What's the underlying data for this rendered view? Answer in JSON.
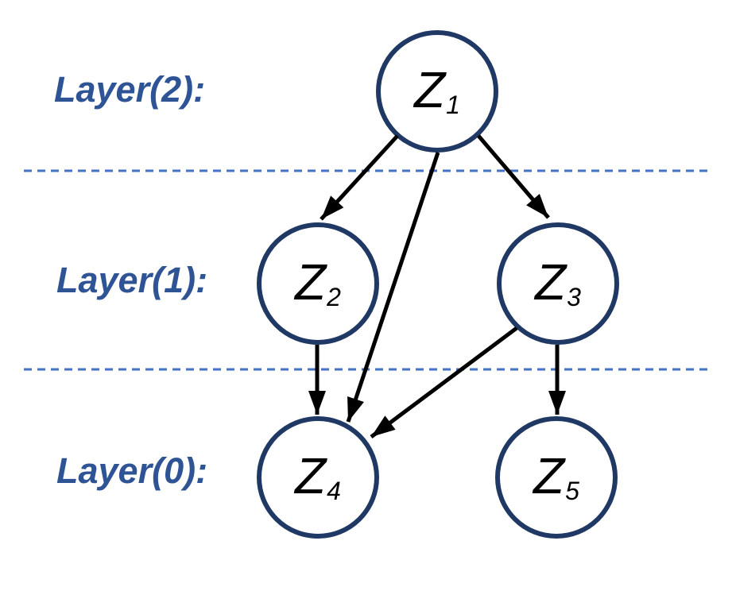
{
  "diagram": {
    "type": "layered-directed-graph",
    "colors": {
      "background": "#FFFFFF",
      "node_stroke": "#1F3864",
      "node_fill": "#FFFFFF",
      "node_text": "#000000",
      "layer_label_text": "#2F5496",
      "separator_line": "#4472C4",
      "arrow": "#000000"
    },
    "layers": [
      {
        "id": 2,
        "label": "Layer(2):"
      },
      {
        "id": 1,
        "label": "Layer(1):"
      },
      {
        "id": 0,
        "label": "Layer(0):"
      }
    ],
    "nodes": [
      {
        "id": "Z1",
        "base": "Z",
        "sub": "1",
        "layer": 2
      },
      {
        "id": "Z2",
        "base": "Z",
        "sub": "2",
        "layer": 1
      },
      {
        "id": "Z3",
        "base": "Z",
        "sub": "3",
        "layer": 1
      },
      {
        "id": "Z4",
        "base": "Z",
        "sub": "4",
        "layer": 0
      },
      {
        "id": "Z5",
        "base": "Z",
        "sub": "5",
        "layer": 0
      }
    ],
    "edges": [
      {
        "from": "Z1",
        "to": "Z2"
      },
      {
        "from": "Z1",
        "to": "Z3"
      },
      {
        "from": "Z1",
        "to": "Z4"
      },
      {
        "from": "Z2",
        "to": "Z4"
      },
      {
        "from": "Z3",
        "to": "Z4"
      },
      {
        "from": "Z3",
        "to": "Z5"
      }
    ]
  }
}
